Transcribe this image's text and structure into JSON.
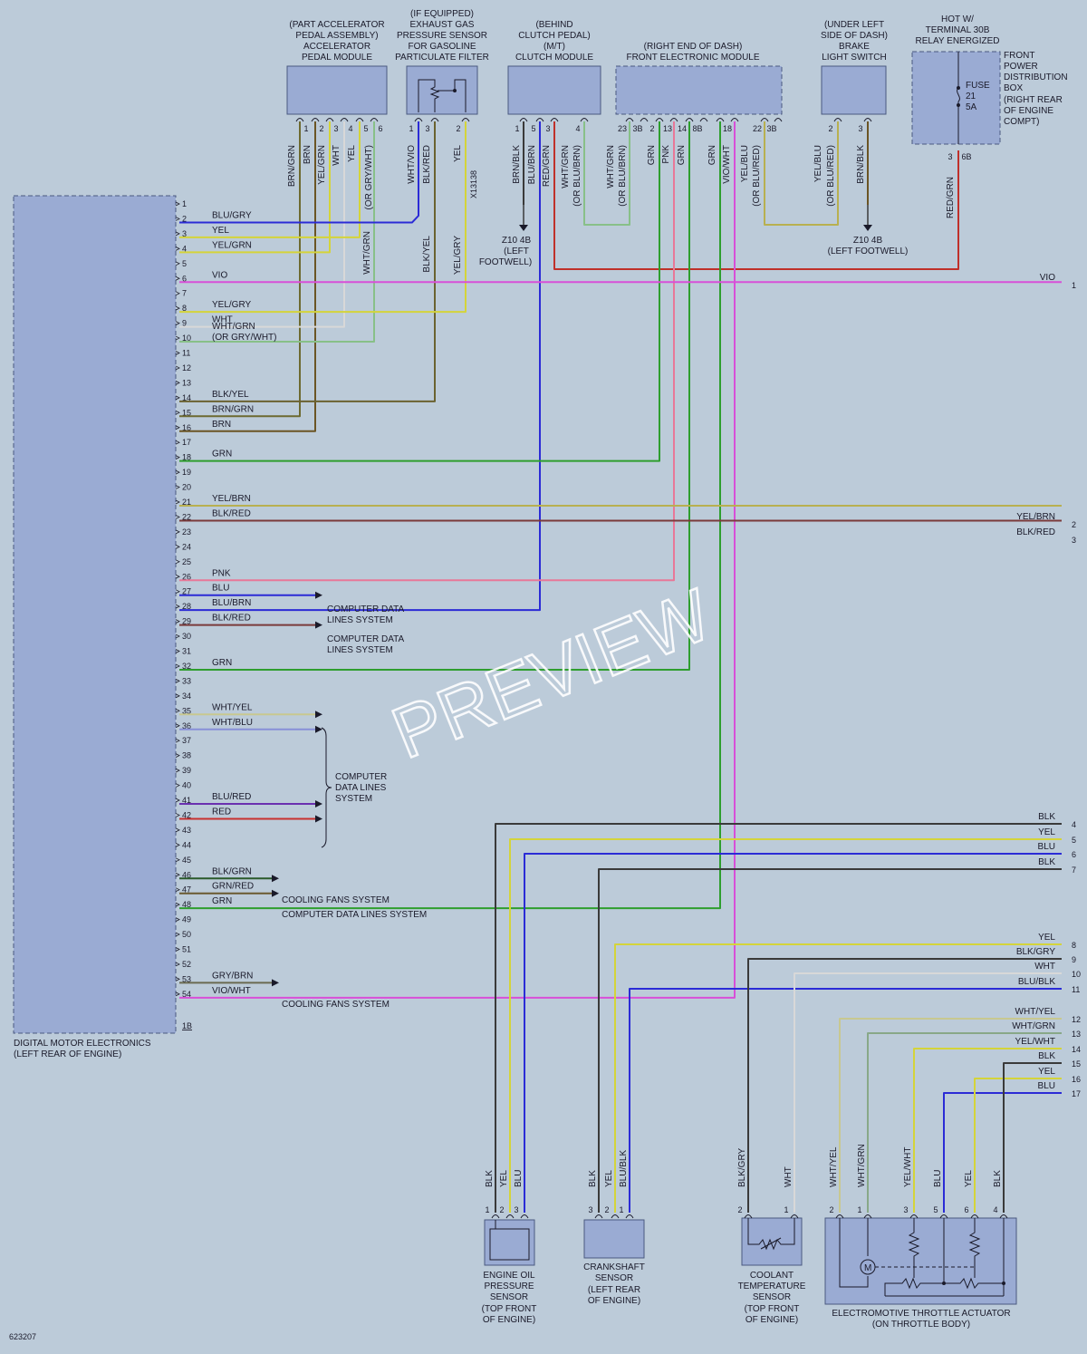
{
  "ecu": {
    "label_1": "DIGITAL MOTOR ELECTRONICS",
    "label_2": "(LEFT REAR OF ENGINE)",
    "connector": "1B",
    "pins": [
      "1",
      "2",
      "3",
      "4",
      "5",
      "6",
      "7",
      "8",
      "9",
      "10",
      "11",
      "12",
      "13",
      "14",
      "15",
      "16",
      "17",
      "18",
      "19",
      "20",
      "21",
      "22",
      "23",
      "24",
      "25",
      "26",
      "27",
      "28",
      "29",
      "30",
      "31",
      "32",
      "33",
      "34",
      "35",
      "36",
      "37",
      "38",
      "39",
      "40",
      "41",
      "42",
      "43",
      "44",
      "45",
      "46",
      "47",
      "48",
      "49",
      "50",
      "51",
      "52",
      "53",
      "54"
    ]
  },
  "top_components": [
    {
      "lines": [
        "(PART ACCELERATOR",
        "PEDAL ASSEMBLY)",
        "ACCELERATOR",
        "PEDAL MODULE"
      ]
    },
    {
      "lines": [
        "(IF EQUIPPED)",
        "EXHAUST GAS",
        "PRESSURE SENSOR",
        "FOR GASOLINE",
        "PARTICULATE FILTER"
      ]
    },
    {
      "lines": [
        "(BEHIND",
        "CLUTCH PEDAL)",
        "(M/T)",
        "CLUTCH MODULE"
      ]
    },
    {
      "lines": [
        "(RIGHT END OF DASH)",
        "FRONT ELECTRONIC MODULE"
      ]
    },
    {
      "lines": [
        "(UNDER LEFT",
        "SIDE OF DASH)",
        "BRAKE",
        "LIGHT SWITCH"
      ]
    },
    {
      "lines": [
        "HOT W/",
        "TERMINAL 30B",
        "RELAY ENERGIZED"
      ]
    }
  ],
  "fuse_box": {
    "lines": [
      "FRONT",
      "POWER",
      "DISTRIBUTION",
      "BOX",
      "(RIGHT REAR",
      "OF ENGINE",
      "COMPT)"
    ],
    "fuse": [
      "FUSE",
      "21",
      "5A"
    ]
  },
  "ecu_wire_labels": [
    {
      "pin": "2",
      "text": "BLU/GRY"
    },
    {
      "pin": "3",
      "text": "YEL"
    },
    {
      "pin": "4",
      "text": "YEL/GRN"
    },
    {
      "pin": "6",
      "text": "VIO"
    },
    {
      "pin": "8",
      "text": "YEL/GRY"
    },
    {
      "pin": "9",
      "text": "WHT"
    },
    {
      "pin": "10",
      "text": "WHT/GRN"
    },
    {
      "pin": "10b",
      "text": "(OR GRY/WHT)"
    },
    {
      "pin": "14",
      "text": "BLK/YEL"
    },
    {
      "pin": "15",
      "text": "BRN/GRN"
    },
    {
      "pin": "16",
      "text": "BRN"
    },
    {
      "pin": "18",
      "text": "GRN"
    },
    {
      "pin": "21",
      "text": "YEL/BRN"
    },
    {
      "pin": "22",
      "text": "BLK/RED"
    },
    {
      "pin": "26",
      "text": "PNK"
    },
    {
      "pin": "27",
      "text": "BLU"
    },
    {
      "pin": "28",
      "text": "BLU/BRN"
    },
    {
      "pin": "29",
      "text": "BLK/RED"
    },
    {
      "pin": "32",
      "text": "GRN"
    },
    {
      "pin": "35",
      "text": "WHT/YEL"
    },
    {
      "pin": "36",
      "text": "WHT/BLU"
    },
    {
      "pin": "41",
      "text": "BLU/RED"
    },
    {
      "pin": "42",
      "text": "RED"
    },
    {
      "pin": "46",
      "text": "BLK/GRN"
    },
    {
      "pin": "47",
      "text": "GRN/RED"
    },
    {
      "pin": "48",
      "text": "GRN"
    },
    {
      "pin": "53",
      "text": "GRY/BRN"
    },
    {
      "pin": "54",
      "text": "VIO/WHT"
    }
  ],
  "system_refs": {
    "cdl_1": [
      "COMPUTER DATA",
      "LINES SYSTEM"
    ],
    "cdl_2": [
      "COMPUTER DATA",
      "LINES SYSTEM"
    ],
    "cdl_3": [
      "COMPUTER",
      "DATA LINES",
      "SYSTEM"
    ],
    "cooling_1": "COOLING FANS SYSTEM",
    "cdl_4": "COMPUTER DATA LINES SYSTEM",
    "cooling_2": "COOLING FANS SYSTEM"
  },
  "vertical_wire_labels": {
    "apm": [
      "BRN/GRN",
      "BRN",
      "YEL/GRN",
      "WHT",
      "YEL",
      "(OR GRY/WHT)"
    ],
    "apm_pins": [
      "1",
      "2",
      "3",
      "4",
      "5",
      "6"
    ],
    "apm_lower": "WHT/GRN",
    "egp": [
      "WHT/VIO",
      "BLK/RED",
      "YEL"
    ],
    "egp_pins": [
      "1",
      "3",
      "2"
    ],
    "egp_conn": "X13138",
    "egp_lower": [
      "BLK/YEL",
      "YEL/GRY"
    ],
    "clutch": [
      "BRN/BLK",
      "BLU/BRN",
      "RED/GRN",
      "WHT/GRN",
      "(OR BLU/BRN)"
    ],
    "clutch_pins": [
      "1",
      "5",
      "3",
      "4"
    ],
    "fem": [
      "WHT/GRN",
      "(OR BLU/BRN)",
      "GRN",
      "PNK",
      "GRN",
      "GRN",
      "VIO/WHT",
      "YEL/BLU",
      "(OR BLU/RED)"
    ],
    "fem_pins": [
      "23",
      "3B",
      "2",
      "13",
      "14",
      "8B",
      "18",
      "22",
      "3B"
    ],
    "brake": [
      "YEL/BLU",
      "(OR BLU/RED)",
      "BRN/BLK"
    ],
    "brake_pins": [
      "2",
      "3"
    ],
    "fuse_wire": "RED/GRN",
    "fuse_pins": [
      "3",
      "6B"
    ]
  },
  "grounds": [
    {
      "lines": [
        "Z10 4B",
        "(LEFT",
        "FOOTWELL)"
      ]
    },
    {
      "lines": [
        "Z10 4B",
        "(LEFT FOOTWELL)"
      ]
    }
  ],
  "right_refs": [
    {
      "wire": "VIO",
      "num": "1"
    },
    {
      "wire": "YEL/BRN",
      "num": "2"
    },
    {
      "wire": "BLK/RED",
      "num": "3"
    },
    {
      "wire": "BLK",
      "num": "4"
    },
    {
      "wire": "YEL",
      "num": "5"
    },
    {
      "wire": "BLU",
      "num": "6"
    },
    {
      "wire": "BLK",
      "num": "7"
    },
    {
      "wire": "YEL",
      "num": "8"
    },
    {
      "wire": "BLK/GRY",
      "num": "9"
    },
    {
      "wire": "WHT",
      "num": "10"
    },
    {
      "wire": "BLU/BLK",
      "num": "11"
    },
    {
      "wire": "WHT/YEL",
      "num": "12"
    },
    {
      "wire": "WHT/GRN",
      "num": "13"
    },
    {
      "wire": "YEL/WHT",
      "num": "14"
    },
    {
      "wire": "BLK",
      "num": "15"
    },
    {
      "wire": "YEL",
      "num": "16"
    },
    {
      "wire": "BLU",
      "num": "17"
    }
  ],
  "bottom_components": [
    {
      "lines": [
        "ENGINE OIL",
        "PRESSURE",
        "SENSOR",
        "(TOP FRONT",
        "OF ENGINE)"
      ],
      "wires": [
        "BLK",
        "YEL",
        "BLU"
      ],
      "pins": [
        "1",
        "2",
        "3"
      ]
    },
    {
      "lines": [
        "CRANKSHAFT",
        "SENSOR",
        "(LEFT REAR",
        "OF ENGINE)"
      ],
      "wires": [
        "BLK",
        "YEL",
        "BLU/BLK"
      ],
      "pins": [
        "3",
        "2",
        "1"
      ]
    },
    {
      "lines": [
        "COOLANT",
        "TEMPERATURE",
        "SENSOR",
        "(TOP FRONT",
        "OF ENGINE)"
      ],
      "wires": [
        "BLK/GRY",
        "WHT"
      ],
      "pins": [
        "2",
        "1"
      ]
    },
    {
      "lines": [
        "ELECTROMOTIVE THROTTLE ACTUATOR",
        "(ON THROTTLE BODY)"
      ],
      "wires": [
        "WHT/YEL",
        "WHT/GRN",
        "YEL/WHT",
        "BLU",
        "YEL",
        "BLK"
      ],
      "pins": [
        "2",
        "1",
        "3",
        "5",
        "6",
        "4"
      ],
      "motor": "M"
    }
  ],
  "diagram_id": "623207",
  "watermark": "PREVIEW",
  "colors": {
    "BLU": "#2b2bd6",
    "YEL": "#d4d43a",
    "VIO": "#d84fd8",
    "WHT": "#d8d8d8",
    "GRN": "#2e9e2e",
    "BRN": "#6b5524",
    "BLK": "#3a3a3a",
    "RED": "#c83030",
    "PNK": "#e87898",
    "REDGRN": "#c0302a",
    "BRNGRN": "#6d6a30",
    "GRNLT": "#88c088",
    "BLKRED": "#7a3a3a",
    "YELBRN": "#b8b050",
    "BLKYEL": "#6a6230"
  }
}
